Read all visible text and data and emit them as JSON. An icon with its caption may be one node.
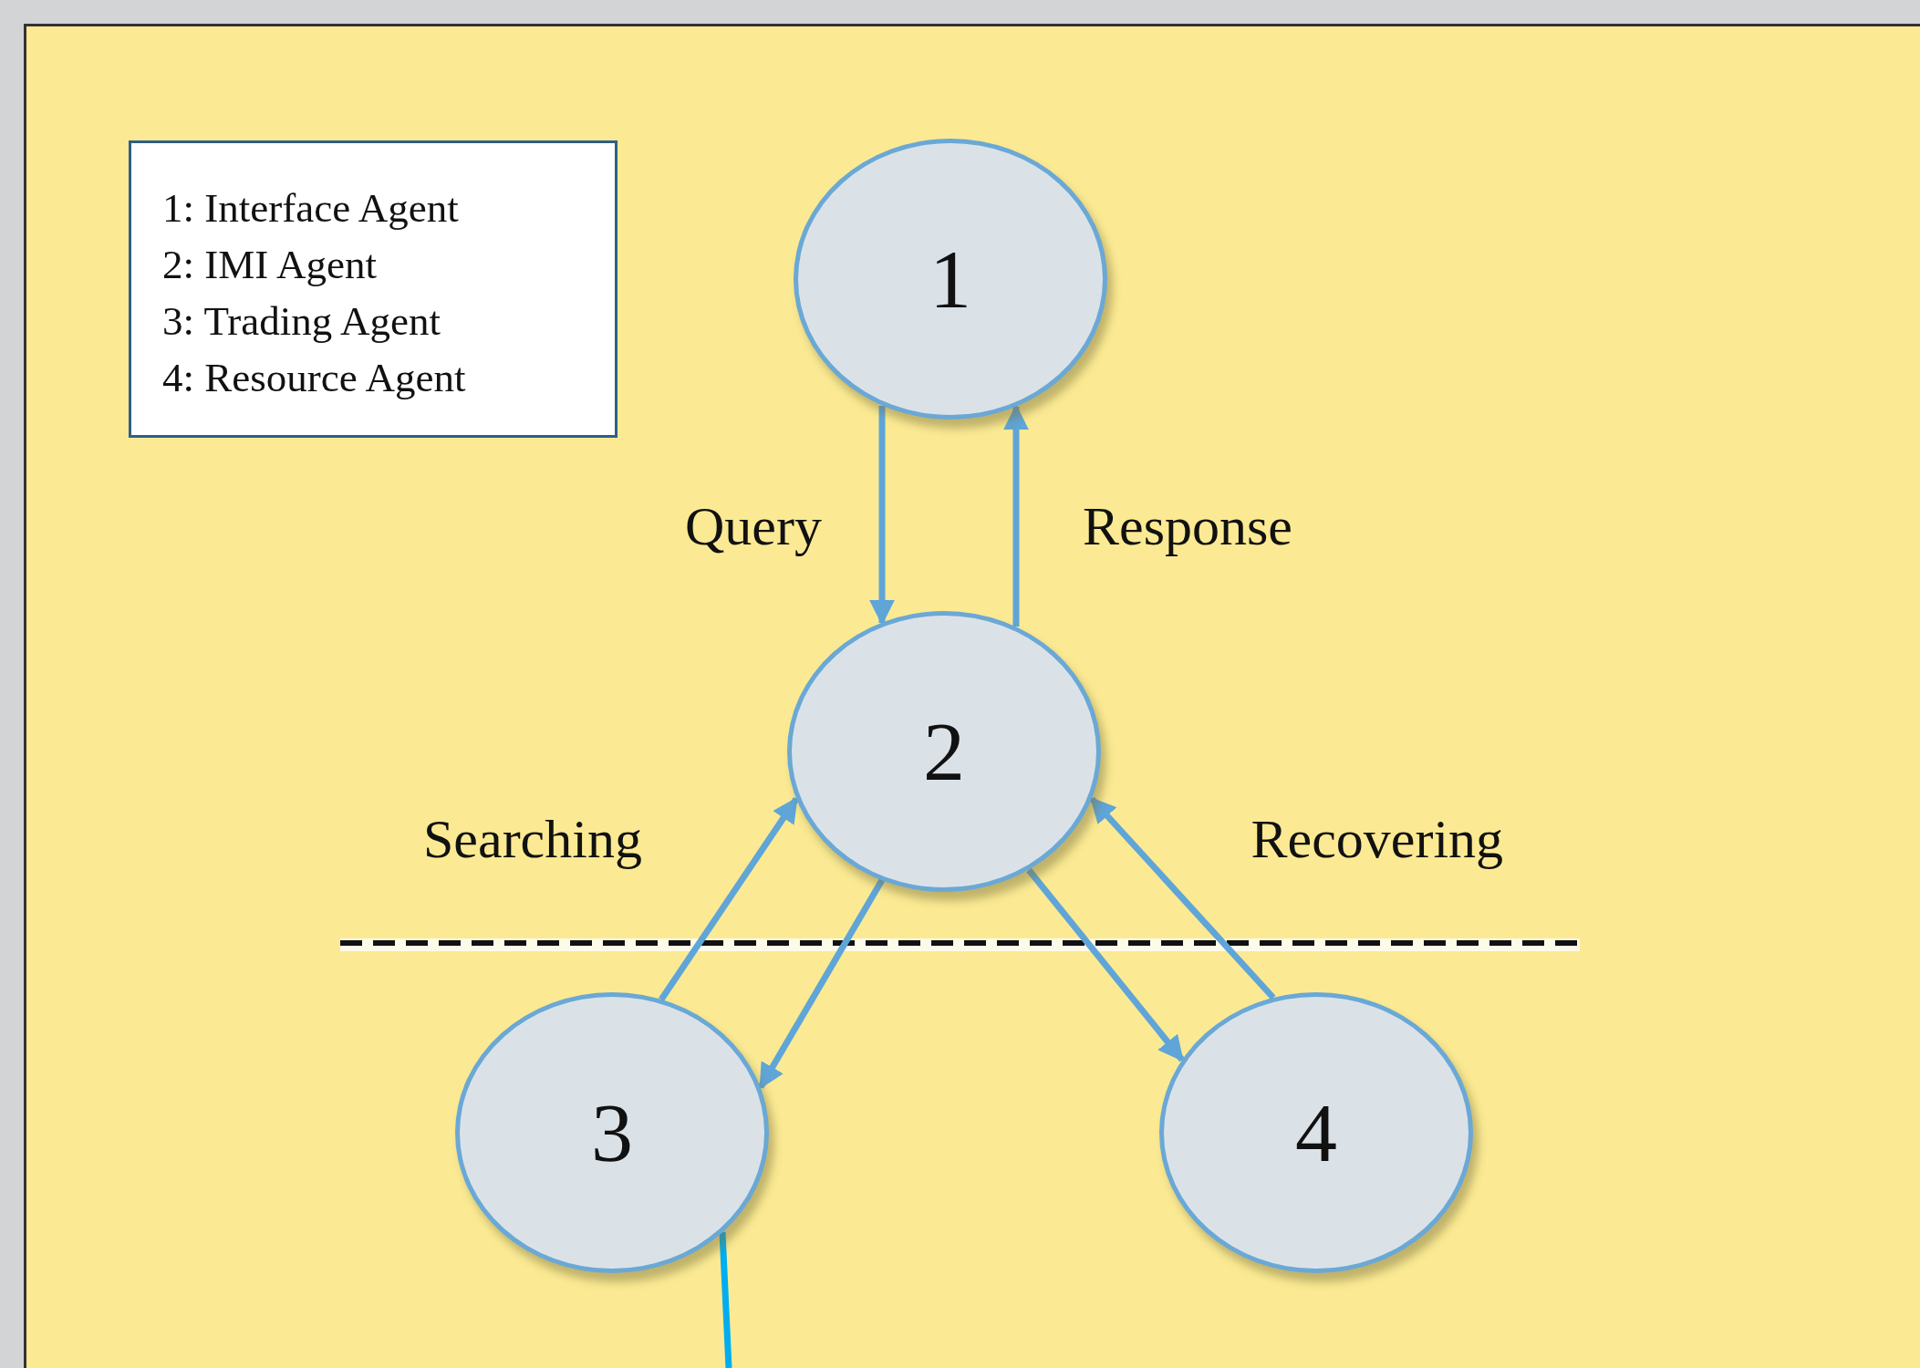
{
  "diagram": {
    "nodes": [
      {
        "text": [
          "1"
        ]
      },
      {
        "text": [
          "2"
        ]
      },
      {
        "text": [
          "3"
        ]
      },
      {
        "text": [
          "4"
        ]
      }
    ],
    "edges": [
      {
        "from": 0,
        "to": 1,
        "arrow": "to",
        "label": "Query"
      },
      {
        "from": 1,
        "to": 0,
        "arrow": "to",
        "label": "Response"
      },
      {
        "from": 2,
        "to": 1,
        "arrow": "to",
        "label": "Searching"
      },
      {
        "from": 1,
        "to": 2,
        "arrow": "to"
      },
      {
        "from": 1,
        "to": 3,
        "arrow": "to"
      },
      {
        "from": 3,
        "to": 1,
        "arrow": "to",
        "label": "Recovering"
      },
      {
        "from": 2,
        "to": null,
        "arrow": "none",
        "color": "#00aeef"
      }
    ],
    "labels": [
      "1: Interface Agent",
      "2: IMI Agent",
      "3: Trading Agent",
      "4: Resource Agent"
    ]
  }
}
